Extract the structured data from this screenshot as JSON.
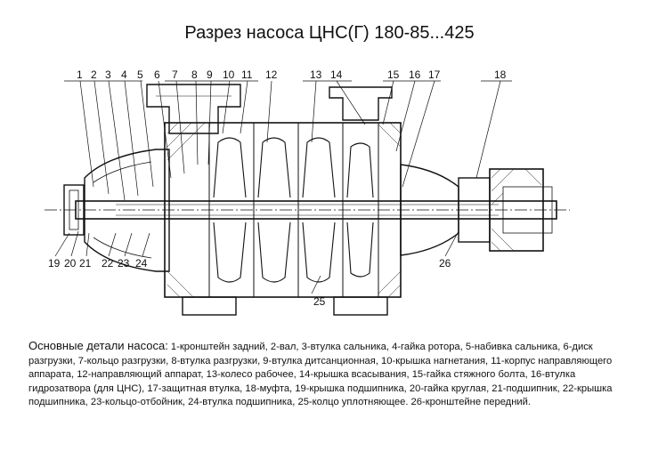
{
  "title": "Разрез насоса ЦНС(Г) 180-85...425",
  "callouts": [
    "1",
    "2",
    "3",
    "4",
    "5",
    "6",
    "7",
    "8",
    "9",
    "10",
    "11",
    "12",
    "13",
    "14",
    "15",
    "16",
    "17",
    "18",
    "19",
    "20",
    "21",
    "22",
    "23",
    "24",
    "25",
    "26"
  ],
  "legend": {
    "heading": "Основные детали насоса:",
    "items": [
      "1-кронштейн задний,",
      "2-вал,",
      "3-втулка сальника,",
      "4-гайка ротора,",
      "5-набивка сальника,",
      "6-диск разгрузки,",
      "7-кольцо разгрузки,",
      "8-втулка разгрузки,",
      "9-втулка дитсанционная,",
      "10-крышка нагнетания,",
      "11-корпус направляющего аппарата,",
      "12-направляющий аппарат,",
      "13-колесо рабочее,",
      "14-крышка всасывания,",
      "15-гайка стяжного болта,",
      "16-втулка гидрозатвора (для ЦНС),",
      "17-защитная втулка,",
      "18-муфта,",
      "19-крышка подшипника,",
      "20-гайка круглая,",
      "21-подшипник,",
      "22-крышка подшипника,",
      "23-кольцо-отбойник,",
      "24-втулка подшипника,",
      "25-колцо уплотняющее.",
      "26-кронштейне передний."
    ]
  }
}
